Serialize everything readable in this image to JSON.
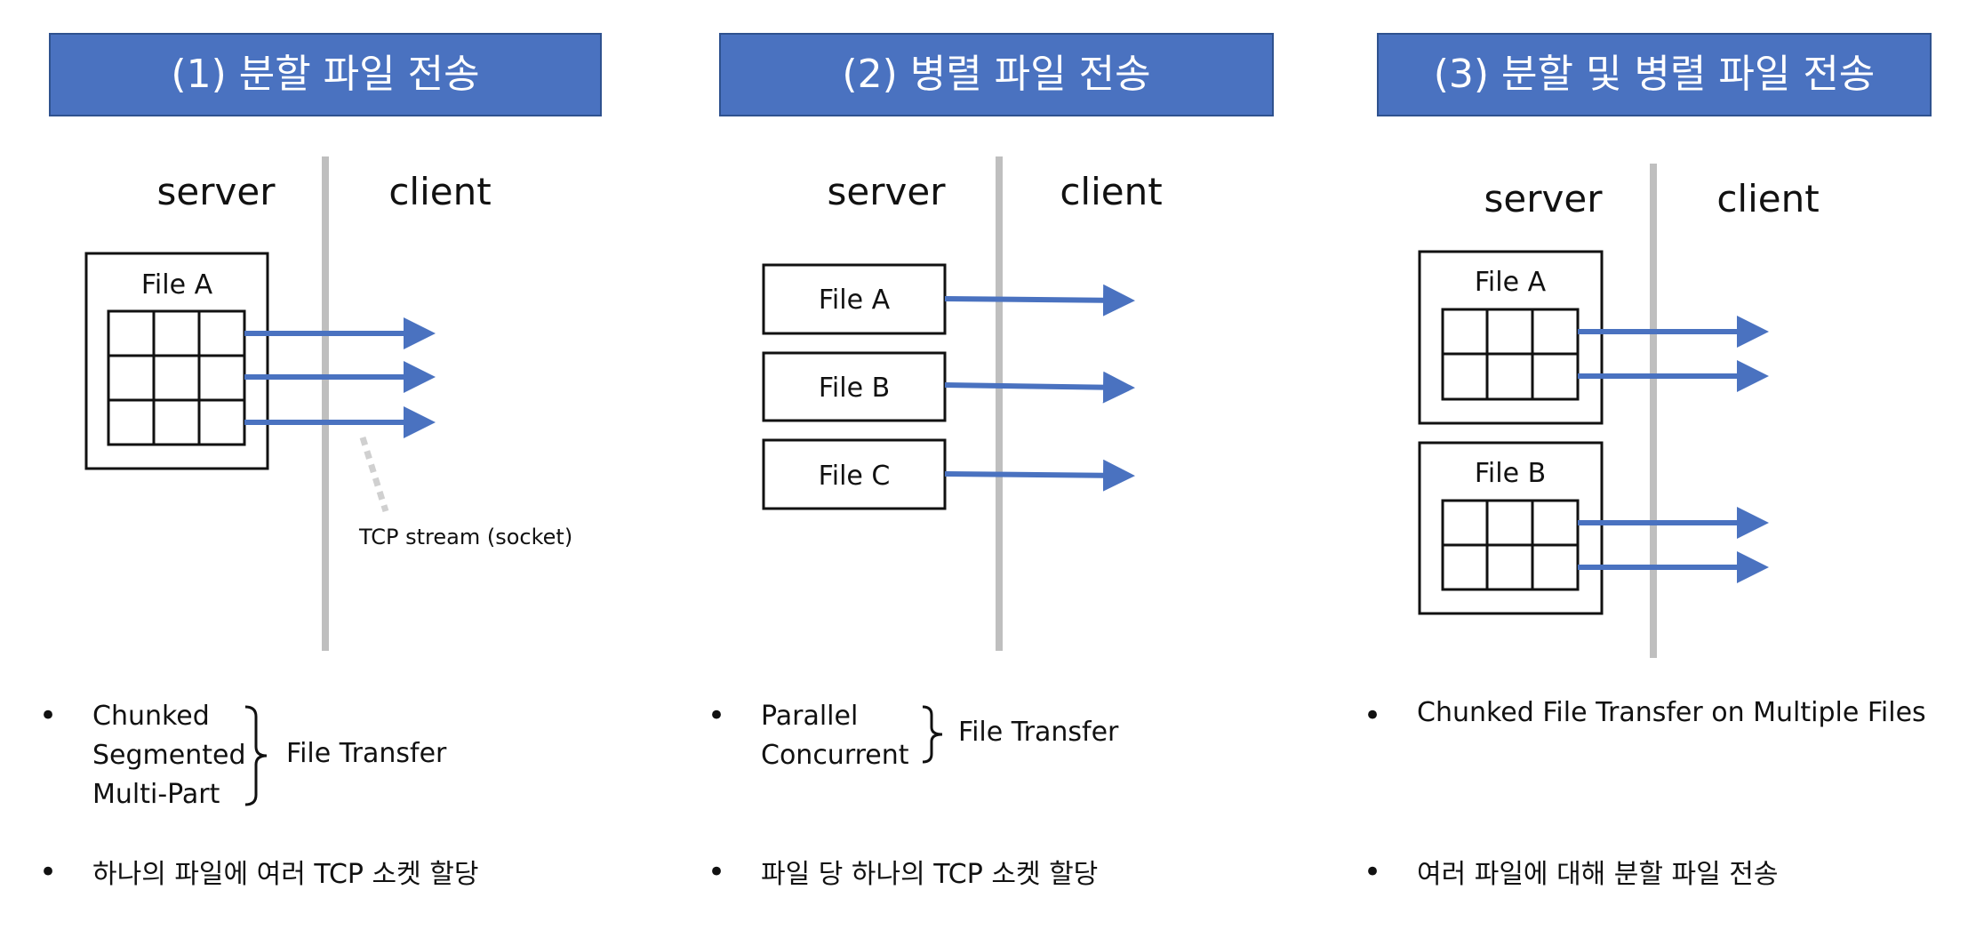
{
  "panels": [
    {
      "title": "(1) 분할 파일 전송",
      "server_label": "server",
      "client_label": "client",
      "files": [
        {
          "name": "File A",
          "grid_rows": 3,
          "grid_cols": 3
        }
      ],
      "annotation": "TCP stream (socket)",
      "bullet1_items": [
        "Chunked",
        "Segmented",
        "Multi-Part"
      ],
      "bullet1_suffix": "File Transfer",
      "bullet2": "하나의 파일에 여러 TCP 소켓 할당"
    },
    {
      "title": "(2) 병렬 파일 전송",
      "server_label": "server",
      "client_label": "client",
      "files": [
        {
          "name": "File A"
        },
        {
          "name": "File B"
        },
        {
          "name": "File C"
        }
      ],
      "bullet1_items": [
        "Parallel",
        "Concurrent"
      ],
      "bullet1_suffix": "File Transfer",
      "bullet2": "파일 당 하나의 TCP 소켓 할당"
    },
    {
      "title": "(3) 분할 및 병렬 파일 전송",
      "server_label": "server",
      "client_label": "client",
      "files": [
        {
          "name": "File A",
          "grid_rows": 2,
          "grid_cols": 3
        },
        {
          "name": "File B",
          "grid_rows": 2,
          "grid_cols": 3
        }
      ],
      "bullet1": "Chunked File Transfer on Multiple Files",
      "bullet2": "여러 파일에 대해 분할 파일 전송"
    }
  ],
  "colors": {
    "title_fill": "#4A72C0",
    "title_border": "#2F528F",
    "divider": "#BFBFBF",
    "arrow": "#4A72C0",
    "dotted": "#D0D0D0"
  }
}
